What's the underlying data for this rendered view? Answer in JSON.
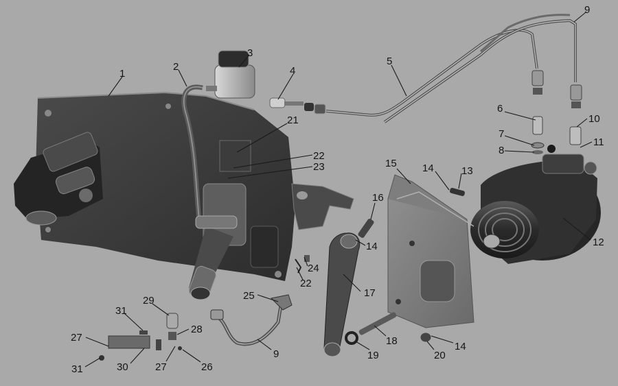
{
  "callouts": [
    "1",
    "2",
    "3",
    "4",
    "5",
    "9",
    "6",
    "10",
    "7",
    "8",
    "11",
    "21",
    "22",
    "23",
    "15",
    "14",
    "13",
    "16",
    "14",
    "12",
    "24",
    "22",
    "17",
    "25",
    "29",
    "31",
    "28",
    "27",
    "30",
    "27",
    "26",
    "9",
    "31",
    "19",
    "18",
    "20",
    "14"
  ],
  "colors": {
    "background": "#a9a9a9",
    "parts": "#3a3a3a",
    "parts_dark": "#1e1e1e",
    "parts_light": "#7b7b7b",
    "text": "#151515"
  }
}
